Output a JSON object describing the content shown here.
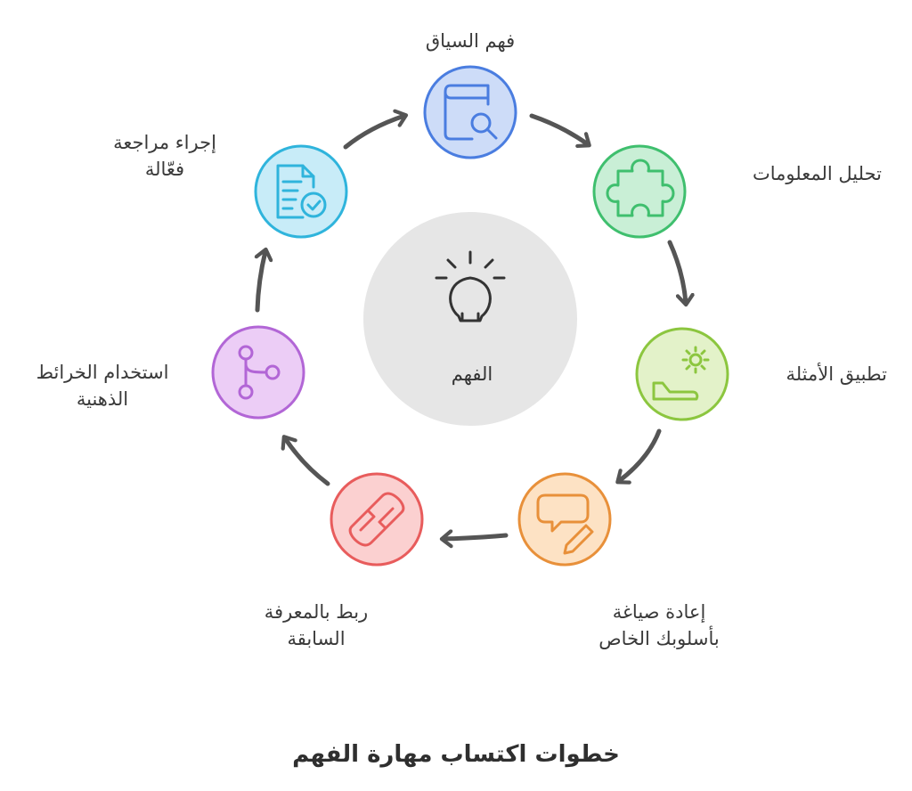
{
  "title": "خطوات اكتساب مهارة الفهم",
  "center": {
    "label": "الفهم",
    "icon": "lightbulb-icon"
  },
  "steps": [
    {
      "label": "فهم السياق",
      "icon": "book-search-icon",
      "color": "#4a7de0",
      "fill": "#cddcf8"
    },
    {
      "label": "تحليل المعلومات",
      "icon": "puzzle-icon",
      "color": "#3fbf6e",
      "fill": "#c9efd6"
    },
    {
      "label": "تطبيق الأمثلة",
      "icon": "gear-hand-icon",
      "color": "#8cc63f",
      "fill": "#e3f2c9"
    },
    {
      "label": "إعادة صياغة\nبأسلوبك الخاص",
      "icon": "speech-pencil-icon",
      "color": "#e8903a",
      "fill": "#fde2c4"
    },
    {
      "label": "ربط بالمعرفة\nالسابقة",
      "icon": "link-icon",
      "color": "#e85c5c",
      "fill": "#fbd0d0"
    },
    {
      "label": "استخدام الخرائط\nالذهنية",
      "icon": "branch-icon",
      "color": "#b266d6",
      "fill": "#eccdf6"
    },
    {
      "label": "إجراء مراجعة\nفعّالة",
      "icon": "document-check-icon",
      "color": "#2fb4dc",
      "fill": "#c8ecf8"
    }
  ]
}
